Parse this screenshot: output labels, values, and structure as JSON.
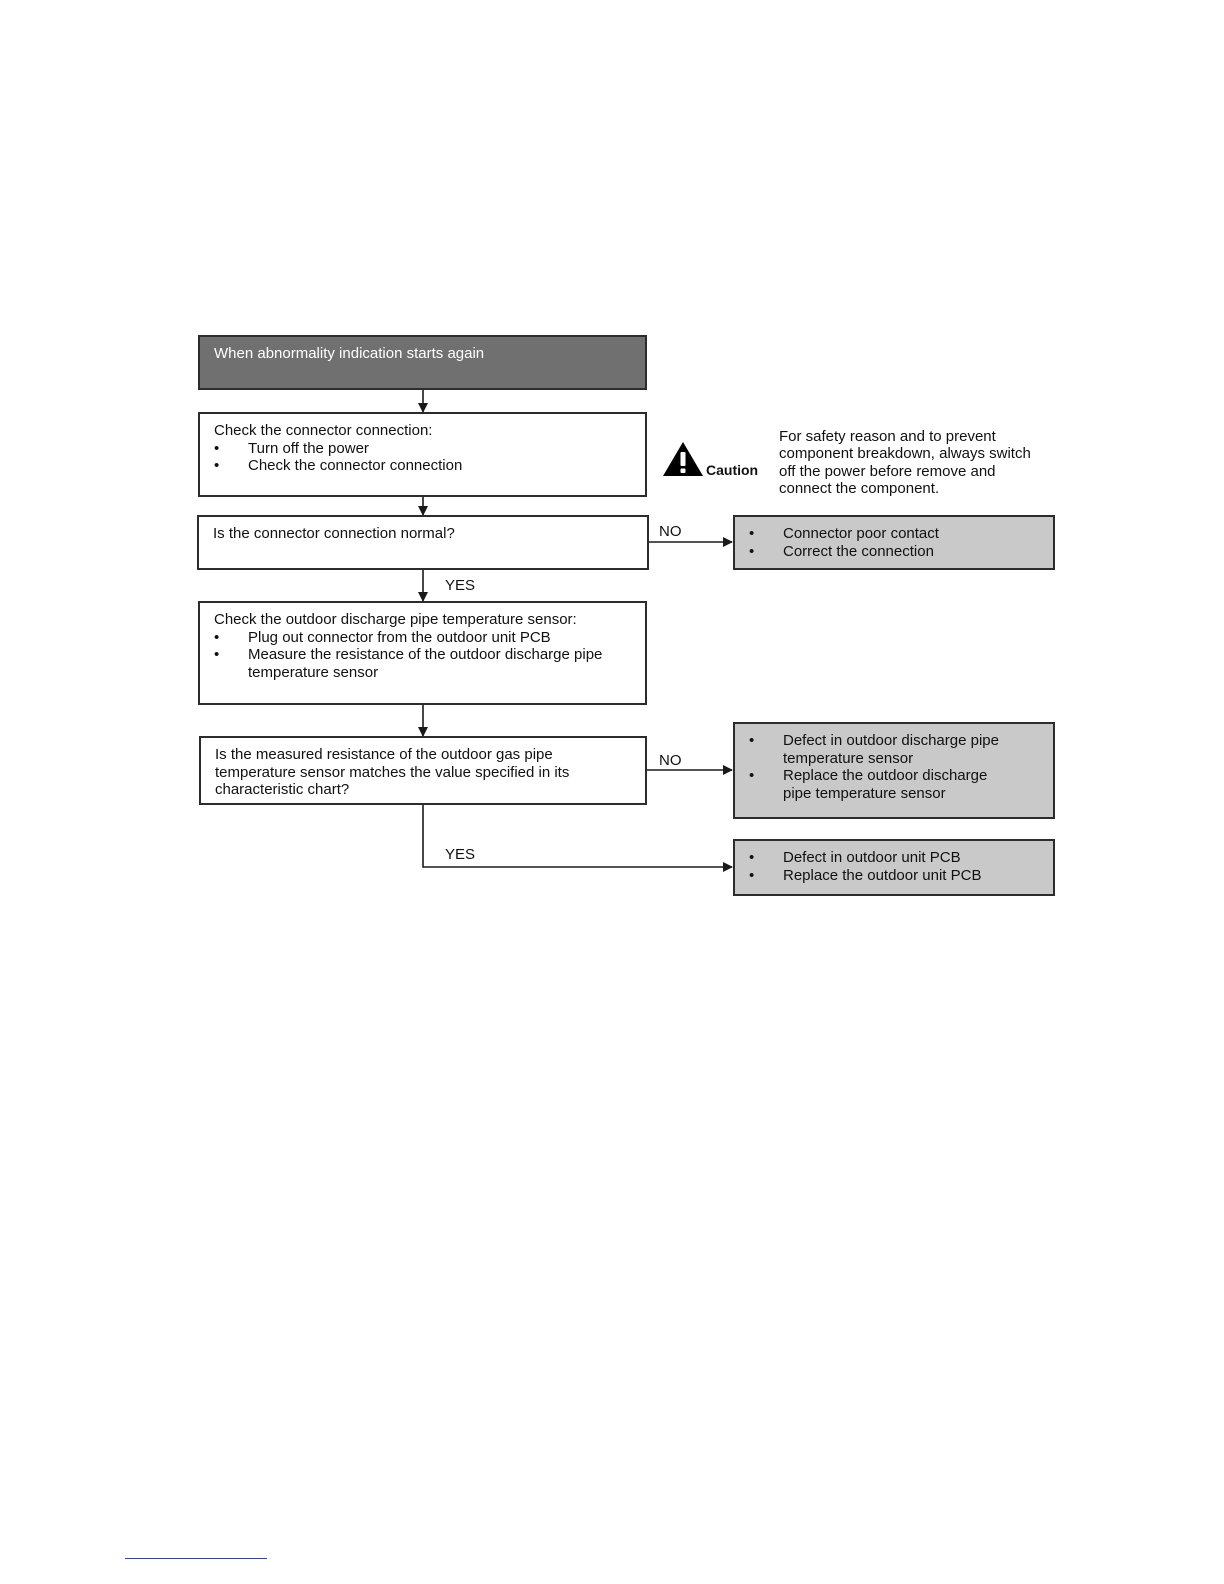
{
  "flowchart": {
    "start": {
      "text": "When abnormality indication starts again"
    },
    "check_connector": {
      "title": "Check the connector connection:",
      "items": [
        "Turn off the power",
        "Check the connector connection"
      ]
    },
    "q_connector_normal": {
      "text": "Is the connector connection normal?"
    },
    "check_sensor": {
      "title": "Check the outdoor discharge pipe temperature sensor:",
      "items": [
        "Plug out connector from the outdoor unit PCB",
        "Measure the resistance of the outdoor discharge pipe temperature sensor"
      ]
    },
    "q_resistance": {
      "text": "Is the measured resistance of the outdoor gas pipe temperature sensor matches the value specified in its characteristic chart?"
    },
    "result_connector": {
      "items": [
        "Connector poor contact",
        "Correct the connection"
      ]
    },
    "result_sensor": {
      "items": [
        "Defect in outdoor discharge pipe temperature sensor",
        "Replace the outdoor discharge pipe temperature sensor"
      ]
    },
    "result_pcb": {
      "items": [
        "Defect in outdoor unit PCB",
        "Replace the outdoor unit PCB"
      ]
    },
    "labels": {
      "no_1": "NO",
      "yes_1": "YES",
      "no_2": "NO",
      "yes_2": "YES"
    }
  },
  "caution": {
    "label": "Caution",
    "icon": "warning-triangle-icon",
    "text": "For safety reason and to prevent component breakdown, always switch off the power before remove and connect the component."
  },
  "colors": {
    "start_fill": "#707070",
    "result_fill": "#c9c9c9",
    "line": "#1a1a1a"
  }
}
